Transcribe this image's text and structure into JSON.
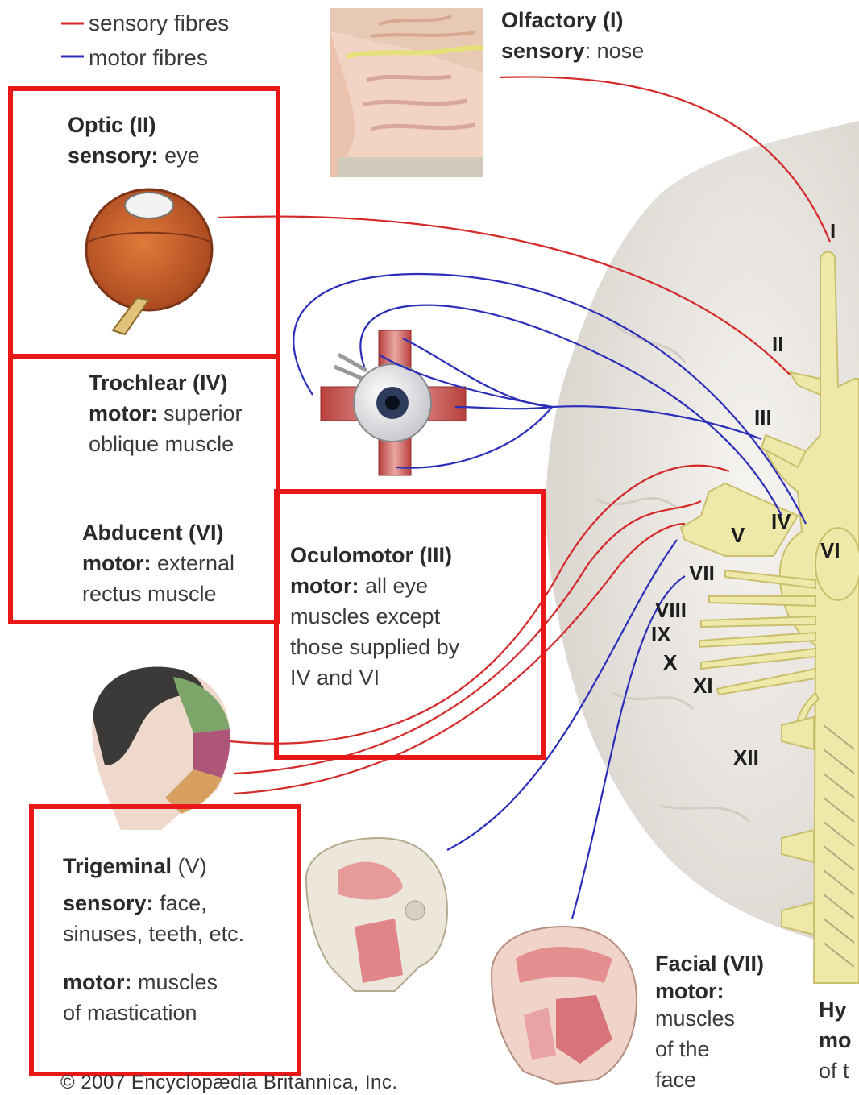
{
  "legend": {
    "sensory": {
      "label": "sensory fibres",
      "color": "#d42a2a"
    },
    "motor": {
      "label": "motor fibres",
      "color": "#2b2fb8"
    }
  },
  "nerves": {
    "olfactory": {
      "name": "Olfactory (I)",
      "kind": "sensory",
      "desc": "nose"
    },
    "optic": {
      "name": "Optic (II)",
      "kind": "sensory:",
      "desc": "eye"
    },
    "trochlear": {
      "name": "Trochlear (IV)",
      "kind": "motor:",
      "desc1": "superior",
      "desc2": "oblique muscle"
    },
    "abducent": {
      "name": "Abducent (VI)",
      "kind": "motor:",
      "desc1": "external",
      "desc2": "rectus muscle"
    },
    "oculomotor": {
      "name": "Oculomotor (III)",
      "kind": "motor:",
      "desc1": "all eye",
      "desc2": "muscles except",
      "desc3": "those supplied by",
      "desc4": "IV and VI"
    },
    "trigeminal": {
      "name": "Trigeminal",
      "num": "(V)",
      "sensory_kind": "sensory:",
      "sensory1": "face,",
      "sensory2": "sinuses, teeth, etc.",
      "motor_kind": "motor:",
      "motor1": "muscles",
      "motor2": "of mastication"
    },
    "facial": {
      "name": "Facial (VII)",
      "kind": "motor:",
      "desc1": "muscles",
      "desc2": "of the",
      "desc3": "face"
    },
    "hypoglossal_partial": {
      "line1": "Hy",
      "line2": "mo",
      "line3": "of t"
    }
  },
  "brainstem_labels": [
    "I",
    "II",
    "III",
    "IV",
    "V",
    "VI",
    "VII",
    "VIII",
    "IX",
    "X",
    "XI",
    "XII"
  ],
  "copyright": "© 2007 Encyclopædia Britannica, Inc.",
  "colors": {
    "highlight_box": "#e81818",
    "nerve_yellow": "#eee9a8",
    "brain": "#ebe7e2"
  }
}
